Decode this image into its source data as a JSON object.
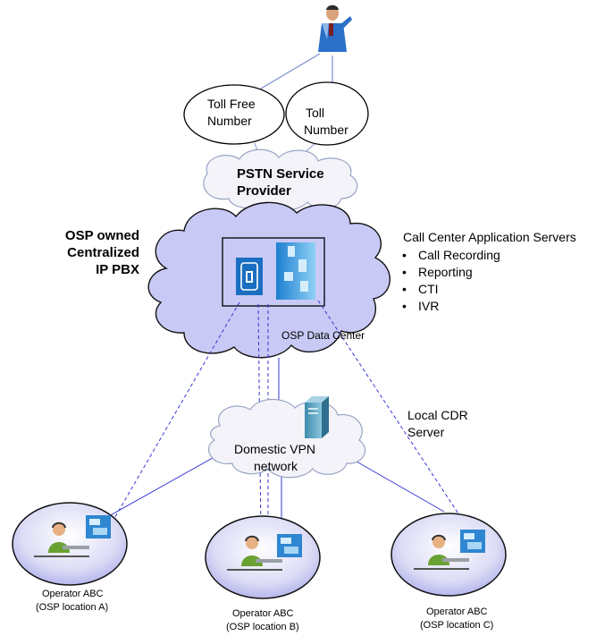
{
  "toll_free": {
    "line1": "Toll Free",
    "line2": "Number"
  },
  "toll": {
    "line1": "Toll",
    "line2": "Number"
  },
  "pstn": {
    "line1": "PSTN  Service",
    "line2": "Provider"
  },
  "ip_pbx": {
    "line1": "OSP owned",
    "line2": "Centralized",
    "line3": "IP PBX"
  },
  "data_center": {
    "label": "OSP Data Center"
  },
  "app_servers": {
    "title": "Call Center Application Servers",
    "items": [
      "Call Recording",
      "Reporting",
      "CTI",
      "IVR"
    ]
  },
  "cdr": {
    "line1": "Local CDR",
    "line2": "Server"
  },
  "vpn": {
    "line1": "Domestic VPN",
    "line2": "network"
  },
  "operators": [
    {
      "name": "Operator ABC",
      "location": "(OSP location A)"
    },
    {
      "name": "Operator ABC",
      "location": "(OSP location B)"
    },
    {
      "name": "Operator ABC",
      "location": "(OSP location C)"
    }
  ],
  "colors": {
    "cloud_fill": "#c7c7f5",
    "cloud_light": "#f4f4fb",
    "link": "#3838d6",
    "pstn_link": "#9aaed8"
  }
}
